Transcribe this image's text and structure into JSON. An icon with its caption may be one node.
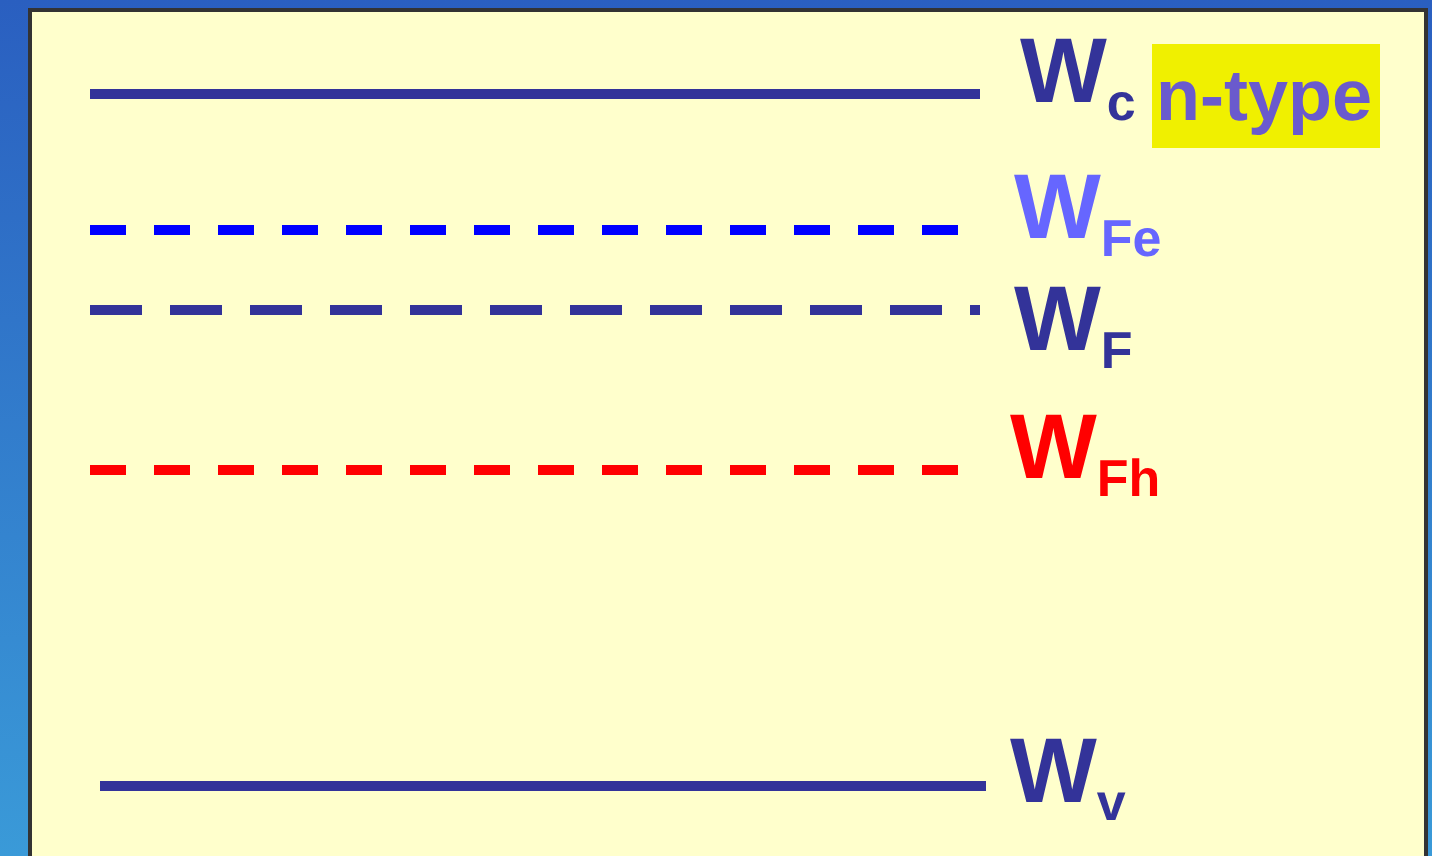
{
  "diagram": {
    "labels": [
      "W$_{c}$",
      "n-type",
      "W$_{Fe}$",
      "W$_{F}$",
      "W$_{Fh}$",
      "W$_{v}$"
    ]
  }
}
